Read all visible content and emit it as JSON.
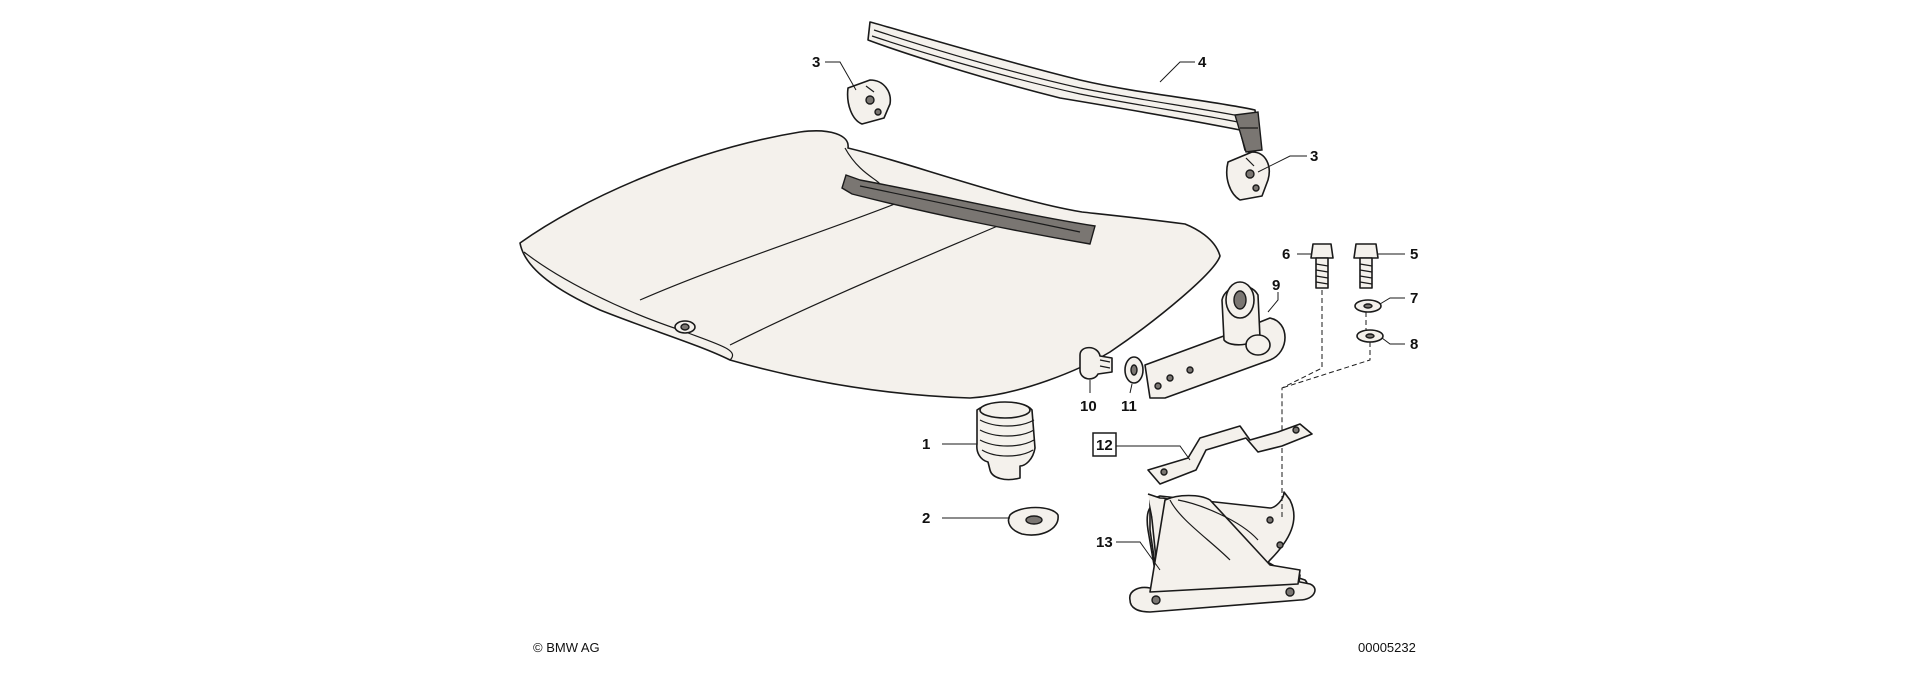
{
  "diagram": {
    "callouts": [
      "1",
      "2",
      "3",
      "3",
      "4",
      "5",
      "6",
      "7",
      "8",
      "9",
      "10",
      "11",
      "12",
      "13"
    ],
    "copyright": "© BMW AG",
    "part_number": "00005232"
  }
}
